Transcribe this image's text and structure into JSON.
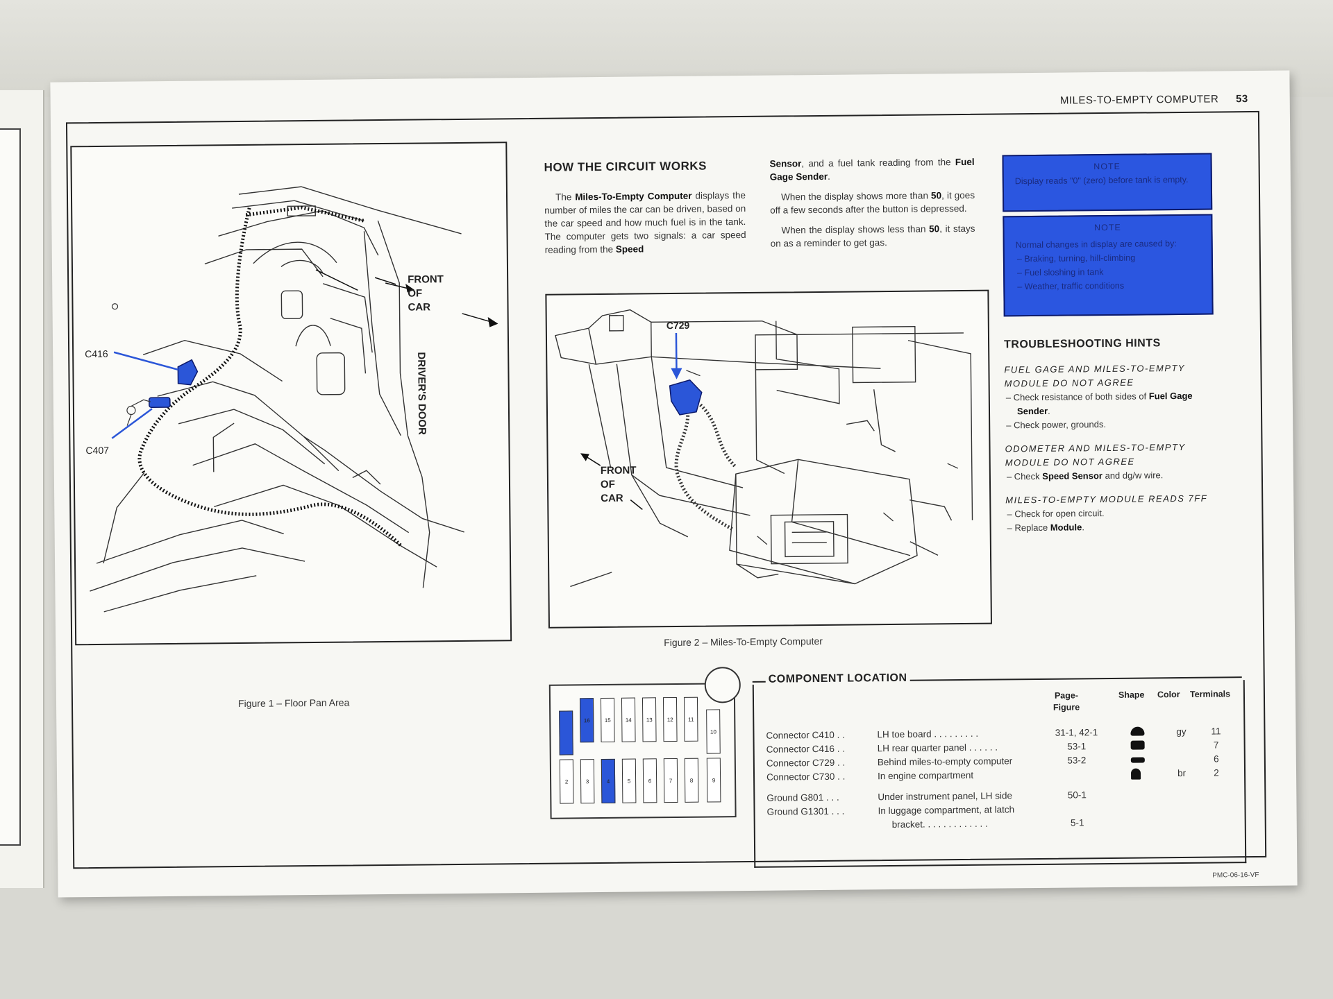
{
  "header": {
    "title": "MILES-TO-EMPTY COMPUTER",
    "page_number": "53"
  },
  "figure1": {
    "caption": "Figure 1 – Floor Pan Area",
    "label_c416": "C416",
    "label_c407": "C407",
    "front_of_car": [
      "FRONT",
      "OF",
      "CAR"
    ],
    "drivers_door": "DRIVER'S DOOR"
  },
  "figure2": {
    "caption": "Figure 2 – Miles-To-Empty Computer",
    "label_c729": "C729",
    "front_of_car": [
      "FRONT",
      "OF",
      "CAR"
    ]
  },
  "circuit": {
    "title": "HOW THE CIRCUIT WORKS",
    "p1_a": "The ",
    "p1_b": "Miles-To-Empty Computer",
    "p1_c": " displays the number of miles the car can be driven, based on the car speed and how much fuel is in the tank. The computer gets two signals: a car speed reading from the ",
    "p1_d": "Speed",
    "p2_a": "Sensor",
    "p2_b": ", and a fuel tank reading from the ",
    "p2_c": "Fuel Gage Sender",
    "p2_d": ".",
    "p3_a": "When the display shows more than ",
    "p3_b": "50",
    "p3_c": ", it goes off a few seconds after the button is depressed.",
    "p4_a": "When the display shows less than ",
    "p4_b": "50",
    "p4_c": ", it stays on as a reminder to get gas."
  },
  "note1": {
    "title": "NOTE",
    "text": "Display reads \"0\" (zero) before tank is empty."
  },
  "note2": {
    "title": "NOTE",
    "text": "Normal changes in display are caused by:",
    "bullets": [
      "– Braking, turning, hill-climbing",
      "– Fuel sloshing in tank",
      "– Weather, traffic conditions"
    ]
  },
  "troubleshooting": {
    "title": "TROUBLESHOOTING HINTS",
    "s1_title": "FUEL GAGE AND MILES-TO-EMPTY MODULE DO NOT AGREE",
    "s1_i1_a": "– Check resistance of both sides of ",
    "s1_i1_b": "Fuel Gage Sender",
    "s1_i1_c": ".",
    "s1_i2": "– Check power, grounds.",
    "s2_title": "ODOMETER AND MILES-TO-EMPTY MODULE DO NOT AGREE",
    "s2_i1_a": "– Check ",
    "s2_i1_b": "Speed Sensor",
    "s2_i1_c": " and dg/w wire.",
    "s3_title": "MILES-TO-EMPTY MODULE READS 7FF",
    "s3_i1": "– Check for open circuit.",
    "s3_i2_a": "– Replace ",
    "s3_i2_b": "Module",
    "s3_i2_c": "."
  },
  "fuse_block": {
    "top_row": [
      "",
      "16",
      "15",
      "14",
      "13",
      "12",
      "11"
    ],
    "top_right": "10",
    "bottom_row": [
      "2",
      "3",
      "4",
      "5",
      "6",
      "7",
      "8",
      "9"
    ],
    "highlighted_top": [
      0,
      1
    ],
    "highlighted_bottom": [
      2
    ],
    "highlight_color": "#2b56d8"
  },
  "component_location": {
    "title": "COMPONENT LOCATION",
    "headers": {
      "page_figure": "Page-Figure",
      "shape": "Shape",
      "color": "Color",
      "terminals": "Terminals"
    },
    "rows": [
      {
        "name": "Connector C410 . .",
        "location": "LH toe board . . . . . . . . .",
        "figure": "31-1, 42-1",
        "color": "gy",
        "terminals": "11"
      },
      {
        "name": "Connector C416 . .",
        "location": "LH rear quarter panel . . . . . .",
        "figure": "53-1",
        "color": "",
        "terminals": "7"
      },
      {
        "name": "Connector C729 . .",
        "location": "Behind miles-to-empty computer",
        "figure": "53-2",
        "color": "",
        "terminals": "6"
      },
      {
        "name": "Connector C730 . .",
        "location": "In engine compartment",
        "figure": "",
        "color": "br",
        "terminals": "2"
      },
      {
        "name": "Ground G801 . . .",
        "location": "Under instrument panel, LH side",
        "figure": "50-1",
        "color": "",
        "terminals": ""
      },
      {
        "name": "Ground G1301 . . .",
        "location": "In luggage compartment, at latch",
        "figure": "",
        "color": "",
        "terminals": ""
      },
      {
        "name": "",
        "location": "bracket. . . . . . . . . . . . .",
        "figure": "5-1",
        "color": "",
        "terminals": ""
      }
    ]
  },
  "footer_code": "PMC-06-16-VF",
  "colors": {
    "highlight_blue": "#2b56e0",
    "paper": "#f7f7f3",
    "ink": "#222222"
  }
}
